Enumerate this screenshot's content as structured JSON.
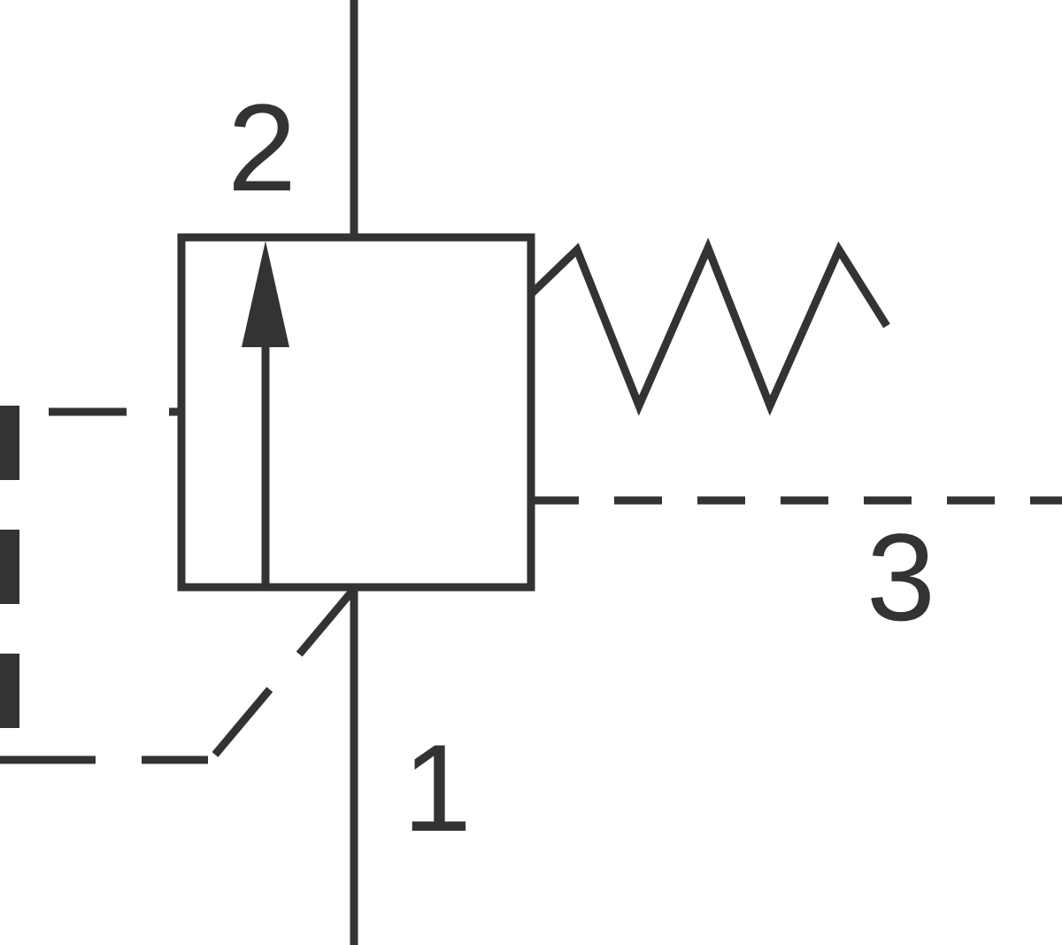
{
  "diagram": {
    "symbol_name": "pressure-valve-schematic-symbol",
    "ports": {
      "port1": "1",
      "port2": "2",
      "port3": "3"
    },
    "colors": {
      "line": "#333333",
      "background": "#ffffff"
    }
  }
}
